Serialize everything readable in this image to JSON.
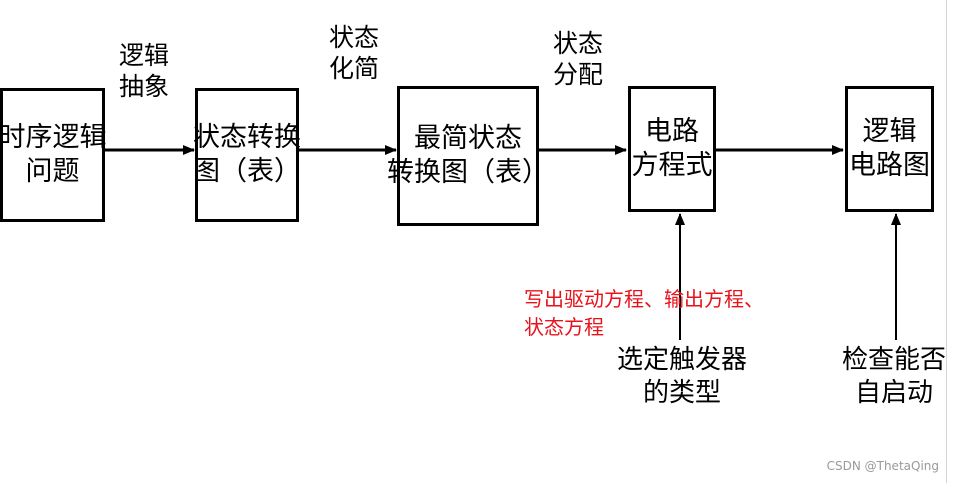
{
  "diagram": {
    "boxes": [
      [
        "时序逻辑",
        "问题"
      ],
      [
        "状态转换",
        "图（表）"
      ],
      [
        "最简状态",
        "转换图（表）"
      ],
      [
        "电路",
        "方程式"
      ],
      [
        "逻辑",
        "电路图"
      ]
    ],
    "arrow_labels": [
      [
        "逻辑",
        "抽象"
      ],
      [
        "状态",
        "化简"
      ],
      [
        "状态",
        "分配"
      ]
    ],
    "red_note": [
      "写出驱动方程、输出方程、",
      "状态方程"
    ],
    "bottom_labels": [
      [
        "选定触发器",
        "的类型"
      ],
      [
        "检查能否",
        "自启动"
      ]
    ],
    "colors": {
      "note_text": "#e8121b",
      "lines": "#000000"
    }
  },
  "watermark": "CSDN @ThetaQing"
}
